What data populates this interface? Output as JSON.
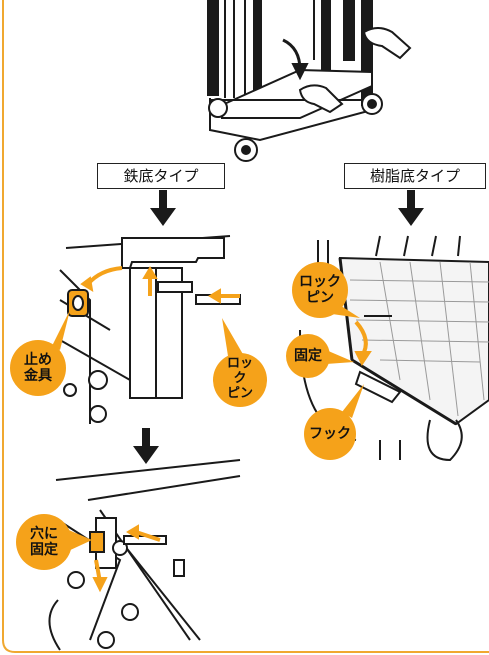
{
  "labels": {
    "iron_bottom": "鉄底タイプ",
    "resin_bottom": "樹脂底タイプ"
  },
  "callouts": {
    "stopper_fitting": "止め\n金具",
    "lock_pin_left": "ロッ\nク\nピン",
    "lock_pin_right": "ロック\nピン",
    "fixed": "固定",
    "hook": "フック",
    "fix_to_hole": "穴に\n固定"
  },
  "colors": {
    "accent_orange": "#f5a21a",
    "line": "#1a1a1a",
    "frame_orange": "#f0a830"
  }
}
